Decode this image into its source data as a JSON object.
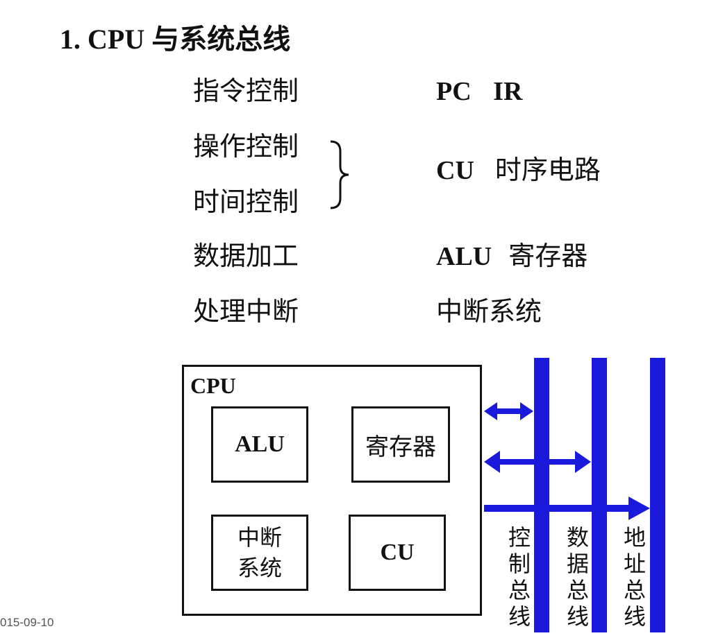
{
  "title": "1. CPU 与系统总线",
  "functions": [
    {
      "label": "指令控制",
      "component_en": "PC IR",
      "component_zh": ""
    },
    {
      "label": "操作控制",
      "component_en": "",
      "component_zh": ""
    },
    {
      "label": "时间控制",
      "component_en": "",
      "component_zh": ""
    },
    {
      "label": "数据加工",
      "component_en": "ALU",
      "component_zh": "寄存器"
    },
    {
      "label": "处理中断",
      "component_en": "",
      "component_zh": "中断系统"
    }
  ],
  "grouped_component": {
    "en": "CU",
    "zh": "时序电路"
  },
  "diagram": {
    "cpu_label": "CPU",
    "units": {
      "alu": "ALU",
      "registers": "寄存器",
      "interrupt_line1": "中断",
      "interrupt_line2": "系统",
      "cu": "CU"
    },
    "buses": [
      {
        "name": "控制总线",
        "chars": [
          "控",
          "制",
          "总",
          "线"
        ]
      },
      {
        "name": "数据总线",
        "chars": [
          "数",
          "据",
          "总",
          "线"
        ]
      },
      {
        "name": "地址总线",
        "chars": [
          "地",
          "址",
          "总",
          "线"
        ]
      }
    ],
    "bus_color": "#1a1adc"
  },
  "footer": "015-09-10"
}
